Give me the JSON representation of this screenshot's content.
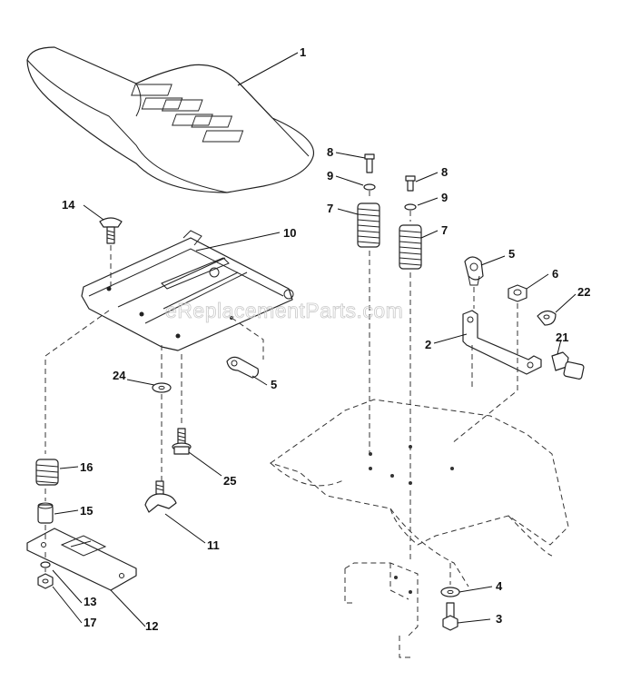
{
  "watermark": "eReplacementParts.com",
  "callouts": [
    {
      "id": "c1",
      "text": "1"
    },
    {
      "id": "c8a",
      "text": "8"
    },
    {
      "id": "c9a",
      "text": "9"
    },
    {
      "id": "c7a",
      "text": "7"
    },
    {
      "id": "c8b",
      "text": "8"
    },
    {
      "id": "c9b",
      "text": "9"
    },
    {
      "id": "c7b",
      "text": "7"
    },
    {
      "id": "c14",
      "text": "14"
    },
    {
      "id": "c10",
      "text": "10"
    },
    {
      "id": "c5a",
      "text": "5"
    },
    {
      "id": "c6",
      "text": "6"
    },
    {
      "id": "c22",
      "text": "22"
    },
    {
      "id": "c2",
      "text": "2"
    },
    {
      "id": "c21",
      "text": "21"
    },
    {
      "id": "c5b",
      "text": "5"
    },
    {
      "id": "c24",
      "text": "24"
    },
    {
      "id": "c25",
      "text": "25"
    },
    {
      "id": "c16",
      "text": "16"
    },
    {
      "id": "c15",
      "text": "15"
    },
    {
      "id": "c11",
      "text": "11"
    },
    {
      "id": "c4",
      "text": "4"
    },
    {
      "id": "c3",
      "text": "3"
    },
    {
      "id": "c13",
      "text": "13"
    },
    {
      "id": "c17",
      "text": "17"
    },
    {
      "id": "c12",
      "text": "12"
    }
  ]
}
